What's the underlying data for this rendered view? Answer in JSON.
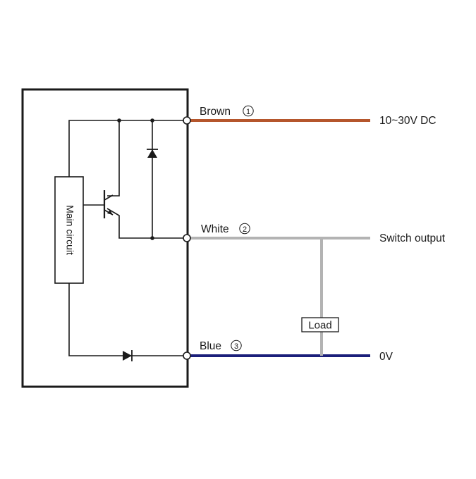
{
  "diagram": {
    "main_circuit_label": "Main circuit",
    "wires": {
      "brown": {
        "label": "Brown",
        "number": "1",
        "color": "#b5562c",
        "signal": "10~30V DC"
      },
      "white": {
        "label": "White",
        "number": "2",
        "color": "#b3b3b3",
        "signal": "Switch output"
      },
      "blue": {
        "label": "Blue",
        "number": "3",
        "color": "#1b1f7a",
        "signal": "0V"
      }
    },
    "load_label": "Load",
    "colors": {
      "line": "#1a1a1a",
      "load_wire": "#b3b3b3"
    }
  }
}
